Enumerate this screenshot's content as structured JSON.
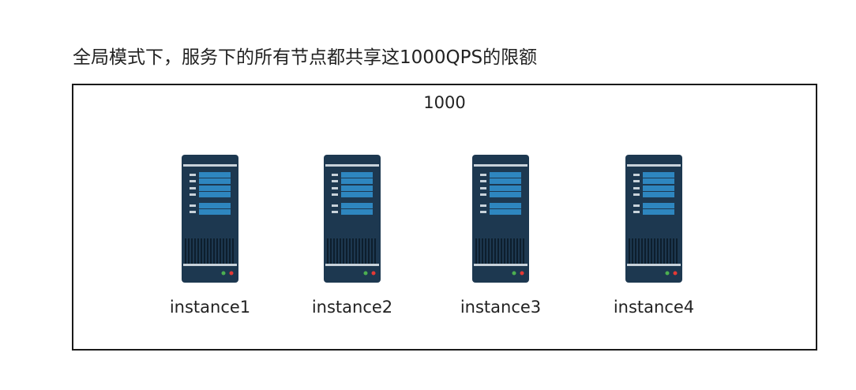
{
  "heading": "全局模式下，服务下的所有节点都共享这1000QPS的限额",
  "quota_label": "1000",
  "servers": [
    {
      "label": "instance1",
      "icon": "server-tower-icon"
    },
    {
      "label": "instance2",
      "icon": "server-tower-icon"
    },
    {
      "label": "instance3",
      "icon": "server-tower-icon"
    },
    {
      "label": "instance4",
      "icon": "server-tower-icon"
    }
  ],
  "colors": {
    "server_body": "#1d3850",
    "server_slot": "#2e86bf",
    "server_bar": "#c8d2da",
    "led_green": "#4caf50",
    "led_red": "#e53935",
    "frame_border": "#1a1a1a"
  }
}
